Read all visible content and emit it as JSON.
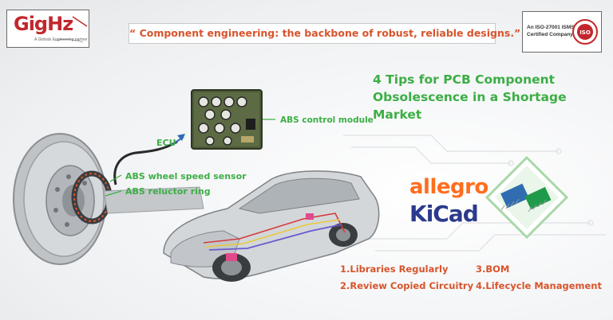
{
  "header": {
    "logo": {
      "main": "GigHz",
      "tagline": "A Globals Engineering partner"
    },
    "quote": "“ Component engineering: the backbone of robust, reliable designs.”",
    "iso": {
      "line1": "An ISO-27001 ISMS",
      "line2": "Certified Company",
      "seal_text": "ISO"
    }
  },
  "title": {
    "line1": "4 Tips for PCB Component",
    "line2": "Obsolescence in a Shortage Market"
  },
  "labels": {
    "ecu": "ECU",
    "abs_module": "ABS control module",
    "sensor": "ABS wheel speed sensor",
    "ring": "ABS reluctor ring"
  },
  "logos": {
    "allegro": "allegro",
    "kicad_k": "Ki",
    "kicad_rest": "Cad"
  },
  "tips": [
    "1.Libraries Regularly",
    "2.Review Copied Circuitry",
    "3.BOM",
    "4.Lifecycle Management"
  ],
  "colors": {
    "green": "#3cae45",
    "orange": "#d8542c",
    "logo_red": "#c2272d",
    "allegro_orange": "#ff6d1f",
    "kicad_blue": "#2b3a8c"
  }
}
